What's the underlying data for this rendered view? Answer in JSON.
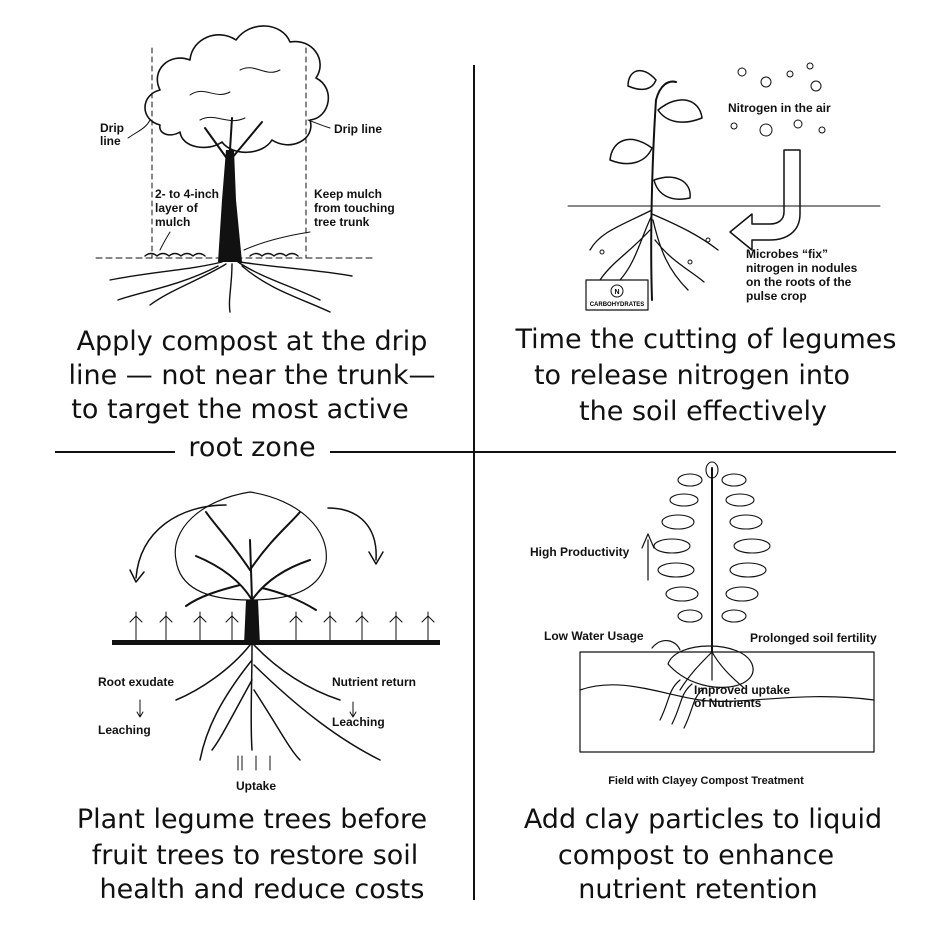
{
  "panels": {
    "top_left": {
      "labels": {
        "drip_line_left_1": "Drip",
        "drip_line_left_2": "line",
        "drip_line_right": "Drip line",
        "mulch_1": "2- to 4-inch",
        "mulch_2": "layer of",
        "mulch_3": "mulch",
        "keep_1": "Keep mulch",
        "keep_2": "from touching",
        "keep_3": "tree trunk"
      },
      "caption": [
        "Apply compost at the drip",
        "line — not near the trunk—",
        "to target the most active",
        "root zone"
      ]
    },
    "top_right": {
      "labels": {
        "nitrogen_air": "Nitrogen in the air",
        "n_symbol": "N",
        "microbes_1": "Microbes “fix”",
        "microbes_2": "nitrogen in nodules",
        "microbes_3": "on the roots of the",
        "microbes_4": "pulse crop",
        "carbohydrates": "CARBOHYDRATES"
      },
      "caption": [
        "Time the cutting of legumes",
        "to release nitrogen into",
        "the soil effectively"
      ]
    },
    "bottom_left": {
      "labels": {
        "root_exudate": "Root exudate",
        "nutrient_return": "Nutrient return",
        "leaching_left": "Leaching",
        "leaching_right": "Leaching",
        "uptake": "Uptake"
      },
      "caption": [
        "Plant legume trees before",
        "fruit trees to restore soil",
        "health and reduce costs"
      ]
    },
    "bottom_right": {
      "labels": {
        "high_productivity": "High Productivity",
        "low_water": "Low Water Usage",
        "prolonged": "Prolonged soil fertility",
        "improved_1": "Improved uptake",
        "improved_2": "of Nutrients",
        "field": "Field with Clayey Compost Treatment"
      },
      "caption": [
        "Add clay particles to liquid",
        "compost to enhance",
        "nutrient retention"
      ]
    }
  },
  "colors": {
    "ink": "#111111",
    "background": "#ffffff"
  }
}
